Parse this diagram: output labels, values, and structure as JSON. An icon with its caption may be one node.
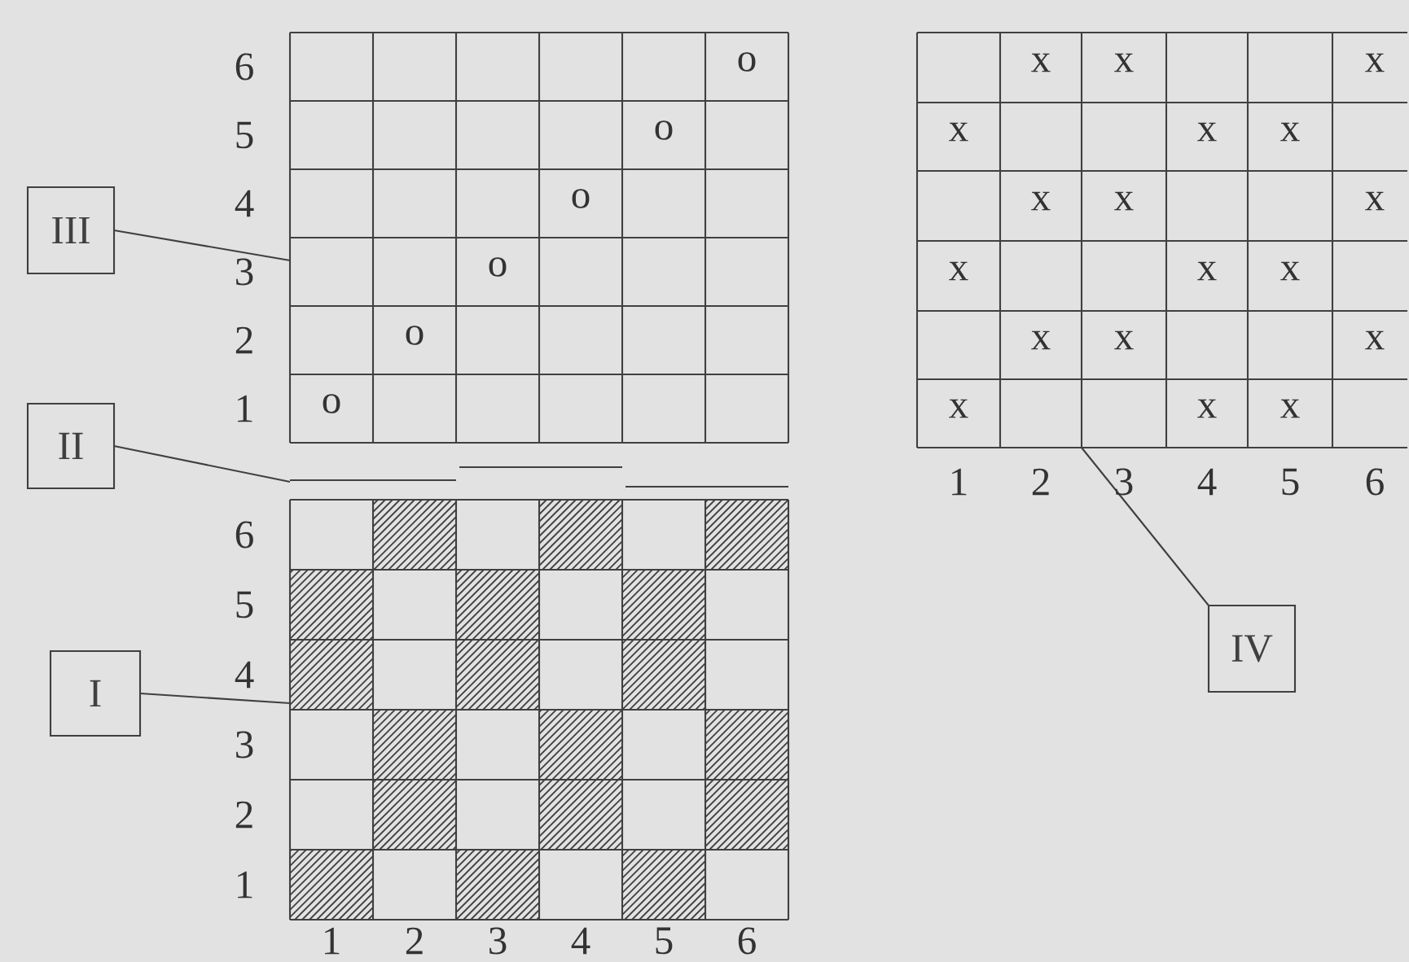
{
  "diagram": {
    "nodes": [
      {
        "text": [
          "III"
        ]
      },
      {
        "text": [
          "II"
        ]
      },
      {
        "text": [
          "I"
        ]
      },
      {
        "text": [
          "IV"
        ]
      },
      {
        "text": [],
        "shape": "box"
      },
      {
        "text": [],
        "shape": "bar"
      },
      {
        "text": [],
        "shape": "box"
      },
      {
        "text": [],
        "shape": "box"
      }
    ],
    "edges": [
      {
        "from": 0,
        "to": 4,
        "arrow": "none"
      },
      {
        "from": 1,
        "to": 5,
        "arrow": "none"
      },
      {
        "from": 2,
        "to": 6,
        "arrow": "none"
      },
      {
        "from": 3,
        "to": 7,
        "arrow": "none"
      }
    ],
    "labels": [
      "6",
      "o",
      "5",
      "o",
      "4",
      "o",
      "3",
      "o",
      "2",
      "o",
      "1",
      "o",
      "x",
      "x",
      "x",
      "x",
      "x",
      "x",
      "x",
      "x",
      "x",
      "x",
      "x",
      "x",
      "x",
      "x",
      "x",
      "x",
      "x",
      "x",
      "1",
      "2",
      "3",
      "4",
      "5",
      "6",
      "6",
      "5",
      "4",
      "3",
      "2",
      "1",
      "1",
      "2",
      "3",
      "4",
      "5",
      "6"
    ]
  }
}
